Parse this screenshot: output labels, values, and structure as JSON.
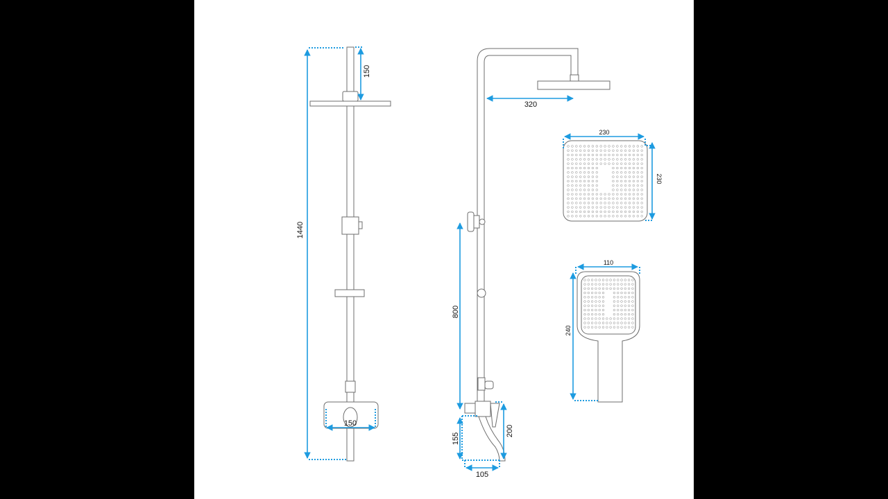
{
  "colors": {
    "dimension": "#1d9be0",
    "outline": "#6d6d6d",
    "background": "#ffffff",
    "margin": "#000000"
  },
  "front_view": {
    "total_height": "1440",
    "head_arm_offset": "150",
    "mixer_width": "150"
  },
  "side_view": {
    "arm_reach": "320",
    "diverter_height": "800",
    "spout_height": "155",
    "mixer_height": "200",
    "spout_reach": "105"
  },
  "overhead_shower": {
    "width": "230",
    "depth": "230"
  },
  "hand_shower": {
    "width": "110",
    "length": "240"
  }
}
